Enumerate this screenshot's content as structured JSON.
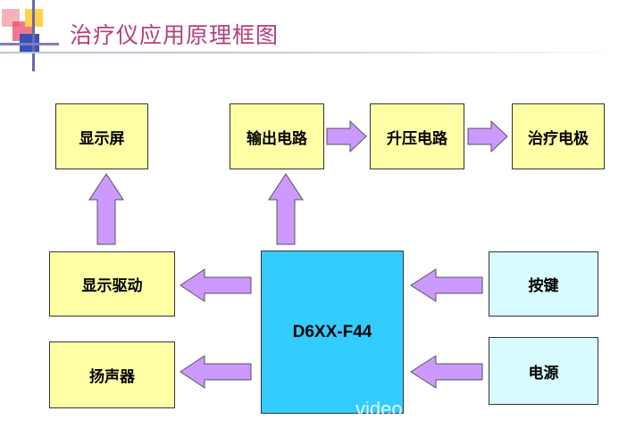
{
  "title": "治疗仪应用原理框图",
  "blocks": {
    "display": "显示屏",
    "output_circuit": "输出电路",
    "boost_circuit": "升压电路",
    "electrode": "治疗电极",
    "display_driver": "显示驱动",
    "mcu": "D6XX-F44",
    "keys": "按键",
    "speaker": "扬声器",
    "power": "电源"
  },
  "watermark": "video",
  "colors": {
    "title": "#b43f7e",
    "yellow_box": "#ffffa6",
    "cyan_box": "#d8fbff",
    "mcu_box": "#33ccff",
    "arrow_fill": "#cc99ff"
  }
}
